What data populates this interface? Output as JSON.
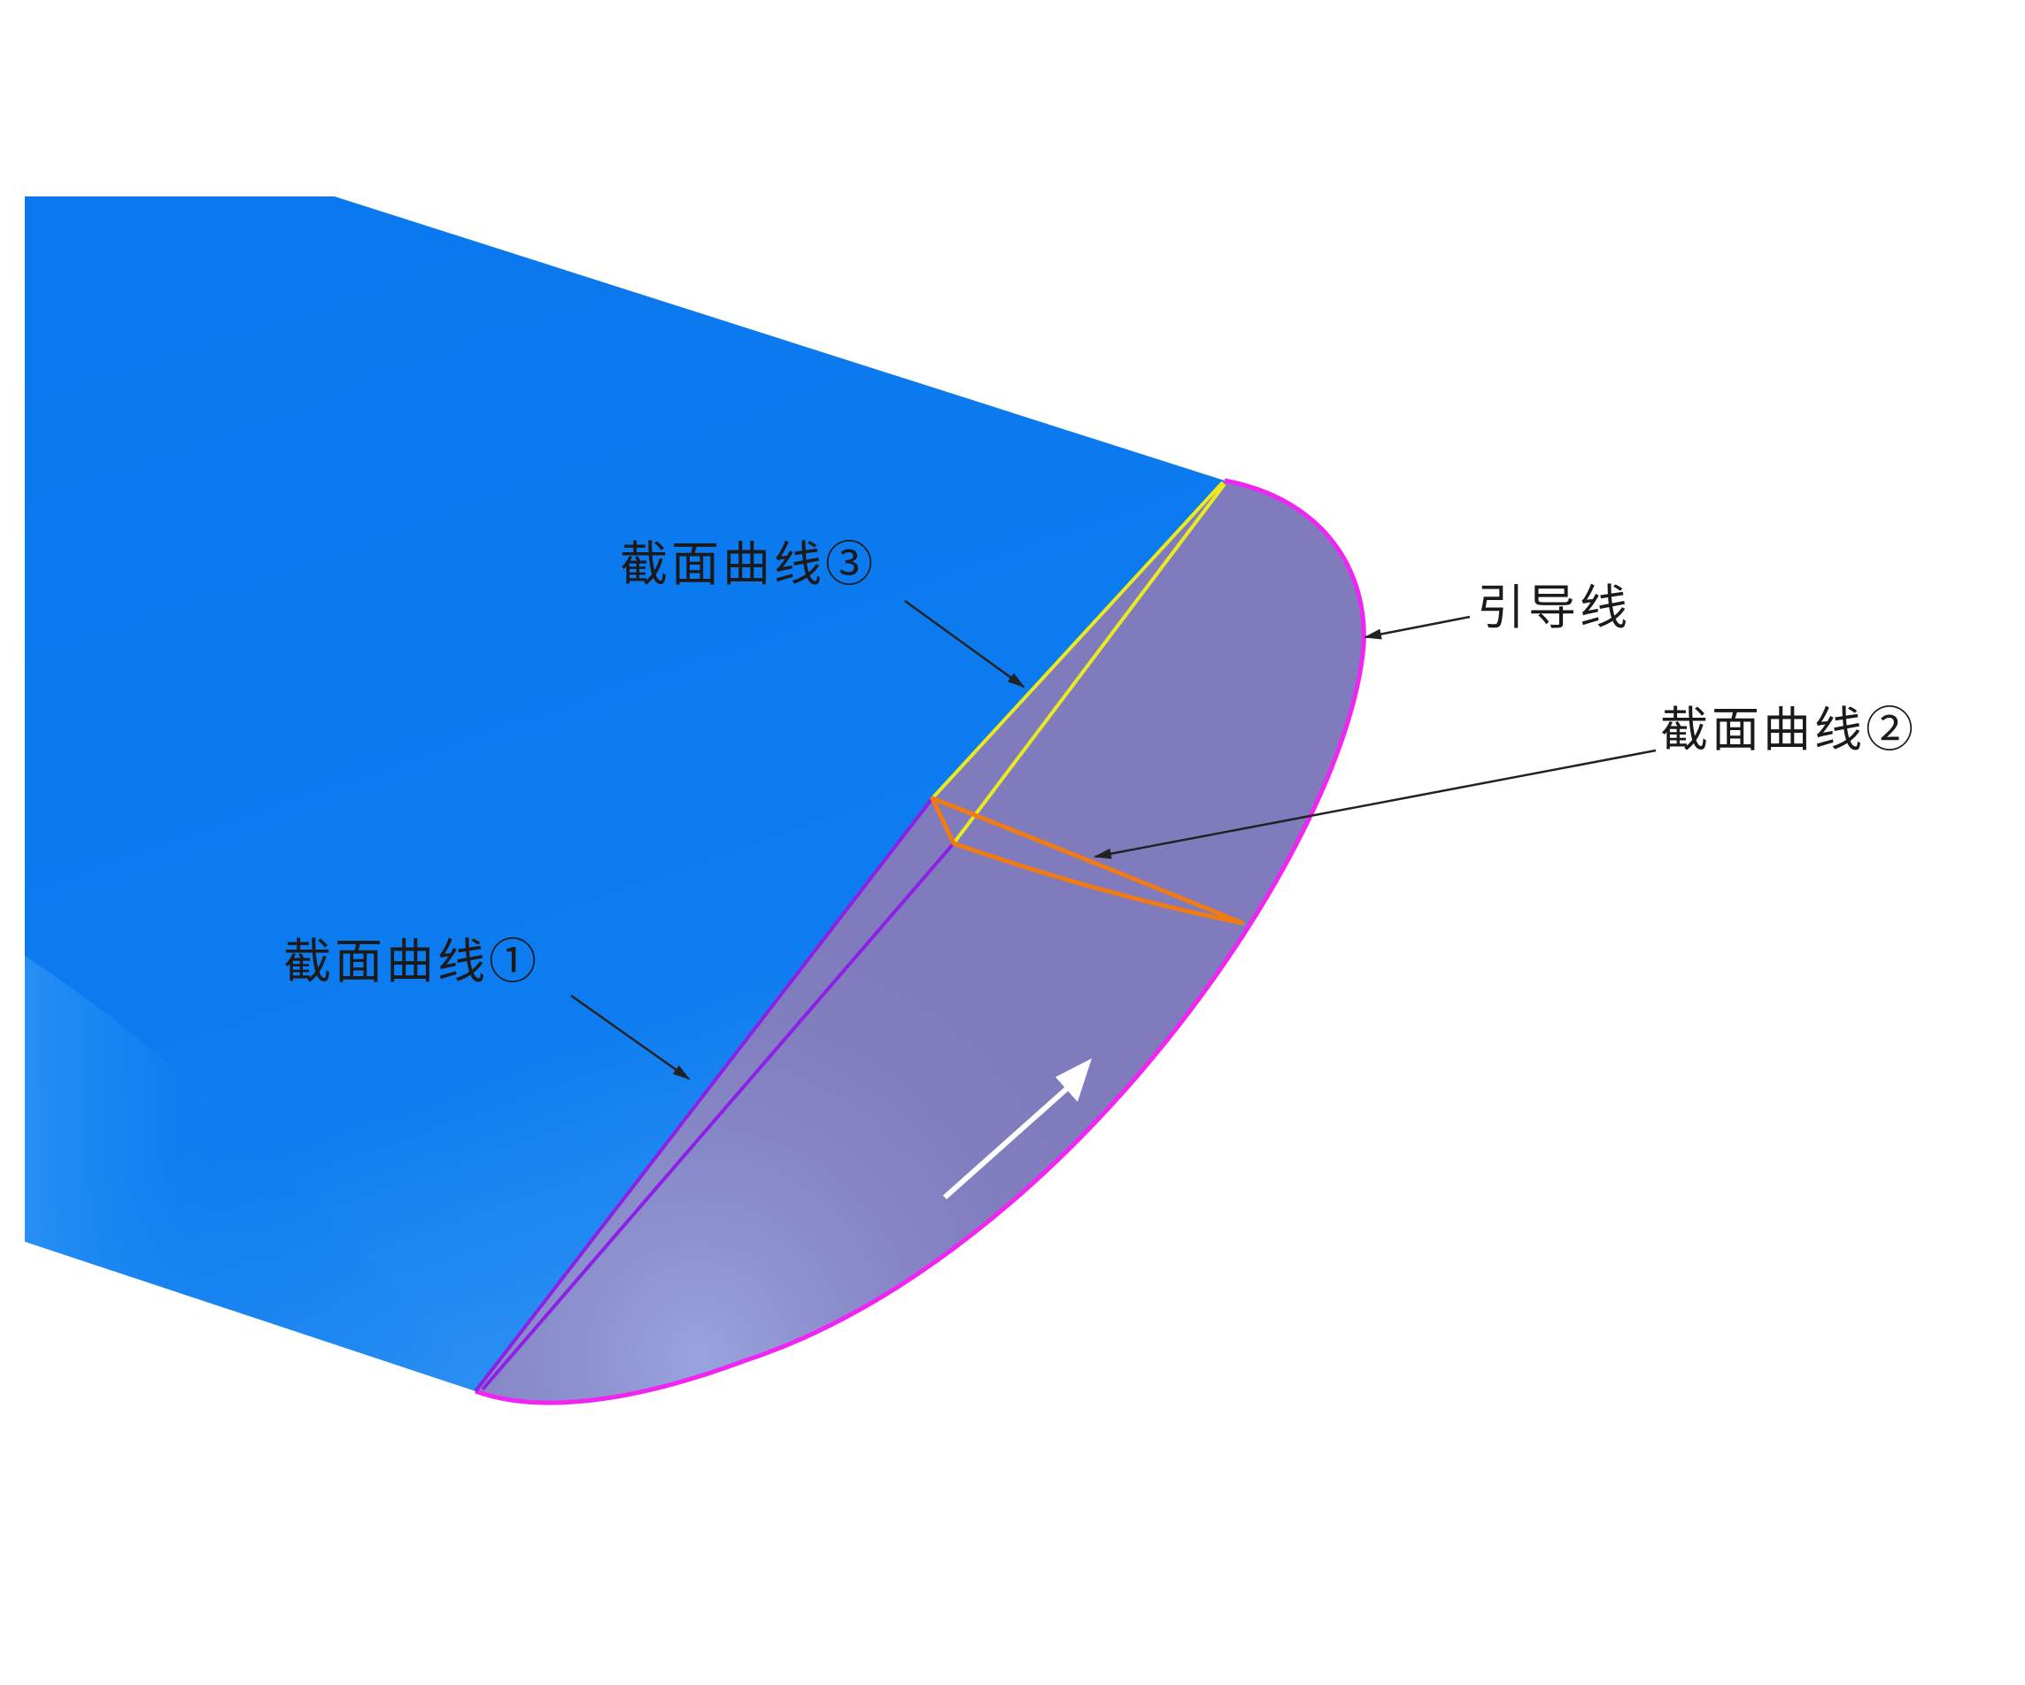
{
  "labels": {
    "section_curve_3": "截面曲线③",
    "guide_line": "引导线",
    "section_curve_2": "截面曲线②",
    "section_curve_1": "截面曲线①"
  },
  "colors": {
    "wing_surface": "#0a79ee",
    "wing_surface_light": "#3a98f4",
    "cap_surface": "#7f7bbd",
    "guide_line": "#f224f2",
    "section_curve_1": "#8d20e6",
    "section_curve_2": "#f07b16",
    "section_curve_3": "#eaea20",
    "sweep_arrow": "#ffffff",
    "callout_arrow": "#222222",
    "text": "#1a1a1a"
  }
}
